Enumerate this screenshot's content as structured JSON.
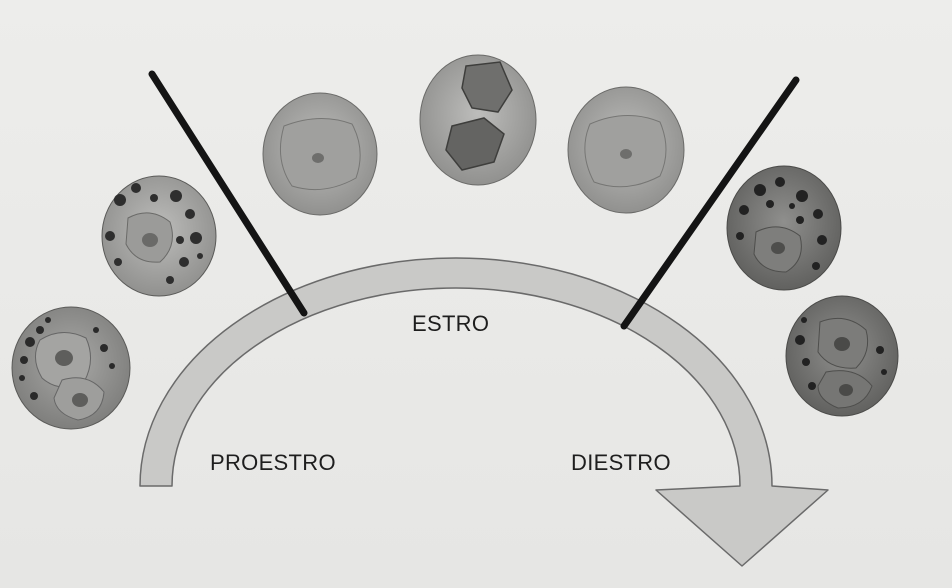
{
  "labels": {
    "proestro": "PROESTRO",
    "estro": "ESTRO",
    "diestro": "DIESTRO"
  },
  "colors": {
    "background": "#e9e9e7",
    "arc_fill": "#c9c9c7",
    "arc_stroke": "#6a6a6a",
    "divider": "#141414",
    "cytoplasm": "#9a9a98",
    "nucleus": "#555555",
    "neutrophil": "#2a2a2a"
  },
  "icons": [
    "smear-circle-icon"
  ]
}
